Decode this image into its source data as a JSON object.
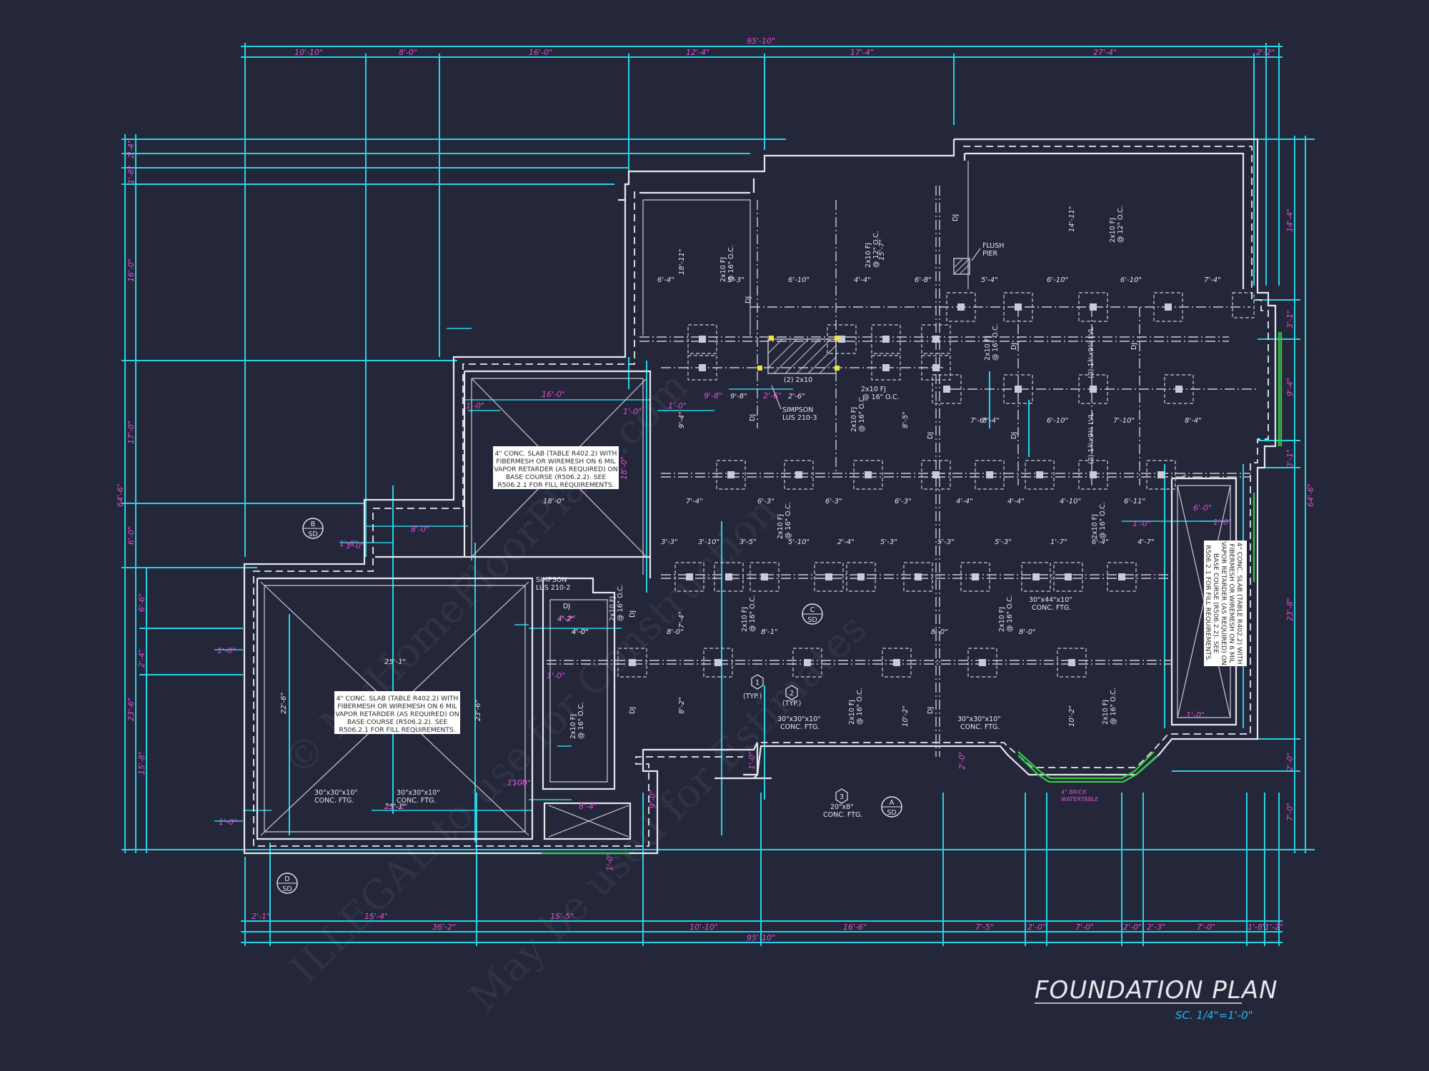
{
  "title": "FOUNDATION PLAN",
  "scale": "SC. 1/4\"=1'-0\"",
  "watermarks": [
    "© MyHomeFloorPlans.com",
    "ILLEGAL to use for Construction",
    "May be used for Estimates"
  ],
  "top_dims": {
    "overall": "95'-10\"",
    "segments": [
      "10'-10\"",
      "8'-0\"",
      "16'-0\"",
      "12'-4\"",
      "17'-4\"",
      "27'-4\"",
      "2'-2\""
    ]
  },
  "bottom_dims": {
    "overall": "95'-10\"",
    "row1": [
      "2'-1\"",
      "15'-4\"",
      "15'-5\""
    ],
    "row2": [
      "36'-2\"",
      "10'-10\"",
      "16'-6\"",
      "7'-5\"",
      "2'-0\"",
      "7'-0\"",
      "2'-0\"",
      "2'-3\"",
      "7'-0\"",
      "1'-8\"",
      "1'-2\""
    ]
  },
  "left_dims": {
    "overall": "64'-6\"",
    "segments": [
      "2'-4\"",
      "1'-8\"",
      "16'-0\"",
      "17'-0\"",
      "6'-0\"",
      "6'-6\"",
      "2'-4\"",
      "23'-6\"",
      "15'-8\""
    ]
  },
  "right_dims": {
    "overall": "64'-6\"",
    "segments": [
      "14'-4\"",
      "3'-1\"",
      "9'-4\"",
      "3'-1\"",
      "23'-8\"",
      "2'-0\"",
      "7'-0\""
    ]
  },
  "interior_dims": {
    "row_a": [
      "6'-4\"",
      "5'-3\"",
      "6'-10\"",
      "4'-4\"",
      "6'-8\"",
      "5'-4\"",
      "6'-10\"",
      "6'-10\"",
      "7'-4\""
    ],
    "row_b": [
      "7'-4\"",
      "6'-3\"",
      "6'-3\"",
      "6'-3\"",
      "4'-4\"",
      "4'-4\"",
      "4'-10\"",
      "6'-11\""
    ],
    "row_c": [
      "3'-3\"",
      "3'-10\"",
      "3'-5\"",
      "5'-10\"",
      "2'-4\"",
      "5'-3\"",
      "5'-3\"",
      "5'-3\"",
      "1'-7\"",
      "6'-4\"",
      "4'-7\""
    ],
    "row_d": [
      "8'-0\"",
      "8'-1\"",
      "8'-0\"",
      "8'-0\"",
      "4'-0\""
    ],
    "row_e": [
      "7'-6\"",
      "6'-10\"",
      "7'-10\"",
      "8'-4\""
    ],
    "misc": [
      "18'-0\"",
      "25'-1\"",
      "25'-1\"",
      "4'-2\"",
      "4'-0\"",
      "9'-8\"",
      "2'-6\"",
      "8'-4\"",
      "15'-7\"",
      "18'-11\"",
      "14'-11\"",
      "10'-2\"",
      "10'-2\"",
      "8'-2\"",
      "7'-4\"",
      "9'-4\"",
      "8'-5\"",
      "22'-6\"",
      "23'-6\""
    ]
  },
  "magenta_dims": [
    "16'-0\"",
    "8'-0\"",
    "1'-0\"",
    "1'-0\"",
    "1'-0\"",
    "1'-0\"",
    "1'-0\"",
    "1'-0\"",
    "1'-0\"",
    "1'-0\"",
    "1'-0\"",
    "1'-0\"",
    "6'-0\"",
    "4'-2\"",
    "8'-4\"",
    "18'-0\"",
    "9'-8\"",
    "2'-6\"",
    "1'-0\"",
    "2'-0\"",
    "9'-0\"",
    "1'-0\"",
    "1'-0\"",
    "1'-0\"",
    "25'-1\"",
    "1'-0\""
  ],
  "notes": {
    "slab_note": [
      "4\" CONC. SLAB (TABLE R402.2) WITH",
      "FIBERMESH OR WIREMESH ON 6 MIL",
      "VAPOR RETARDER (AS REQUIRED) ON",
      "BASE COURSE (R506.2.2). SEE",
      "R506.2.1 FOR FILL REQUIREMENTS."
    ],
    "slab_note_b": [
      "4\" CONC. SLAB (TABLE R402.2) WITH",
      "FIBERMESH OR WIREMESH ON 6 MIL",
      "VAPOR RETARDER (AS REQUIRED) ON",
      "BASE COURSE (R506.2.2). SEE",
      "R506.2.1 FOR FILL REQUIREMENTS."
    ],
    "slab_note_c": [
      "4\" CONC. SLAB (TABLE R402.2) WITH",
      "FIBERMESH OR WIREMESH ON 6 MIL",
      "VAPOR RETARDER (AS REQUIRED) ON",
      "BASE COURSE (R506.2.2). SEE",
      "R506.2.1 FOR FILL REQUIREMENTS."
    ],
    "flush_pier": [
      "FLUSH",
      "PIER"
    ],
    "simpson_1": [
      "SIMPSON",
      "LUS 210-3"
    ],
    "simpson_2": [
      "SIMPSON",
      "LUS 210-2"
    ],
    "ftg_1": [
      "30\"x30\"x10\"",
      "CONC. FTG."
    ],
    "ftg_2": [
      "30\"x30\"x10\"",
      "CONC. FTG."
    ],
    "ftg_3": [
      "30\"x30\"x10\"",
      "CONC. FTG."
    ],
    "ftg_4": [
      "30\"x30\"x10\"",
      "CONC. FTG."
    ],
    "ftg_5": [
      "30\"x44\"x10\"",
      "CONC. FTG."
    ],
    "ftg_6": [
      "20\"x8\"",
      "CONC. FTG."
    ],
    "brick": [
      "4\" BRICK",
      "WATERTABLE"
    ],
    "beam_label": "(2) 2x10",
    "joist_a": [
      "2x10 FJ",
      "@ 16\" O.C."
    ],
    "joist_b": [
      "2x10 FJ",
      "@ 12\" O.C."
    ],
    "dj": "DJ",
    "lvl": "(2) 1¾x9¼ LVL",
    "typ": "(TYP.)"
  },
  "sections": [
    {
      "letter": "B",
      "sheet": "SD"
    },
    {
      "letter": "C",
      "sheet": "SD"
    },
    {
      "letter": "A",
      "sheet": "SD"
    },
    {
      "letter": "D",
      "sheet": "SD"
    }
  ],
  "callouts": [
    "1",
    "2",
    "3"
  ],
  "colors": {
    "background": "#242639",
    "dimension": "#26d3e6",
    "wall": "#e6e8ee",
    "magenta": "#e24fd6",
    "brick": "#33cc44"
  }
}
